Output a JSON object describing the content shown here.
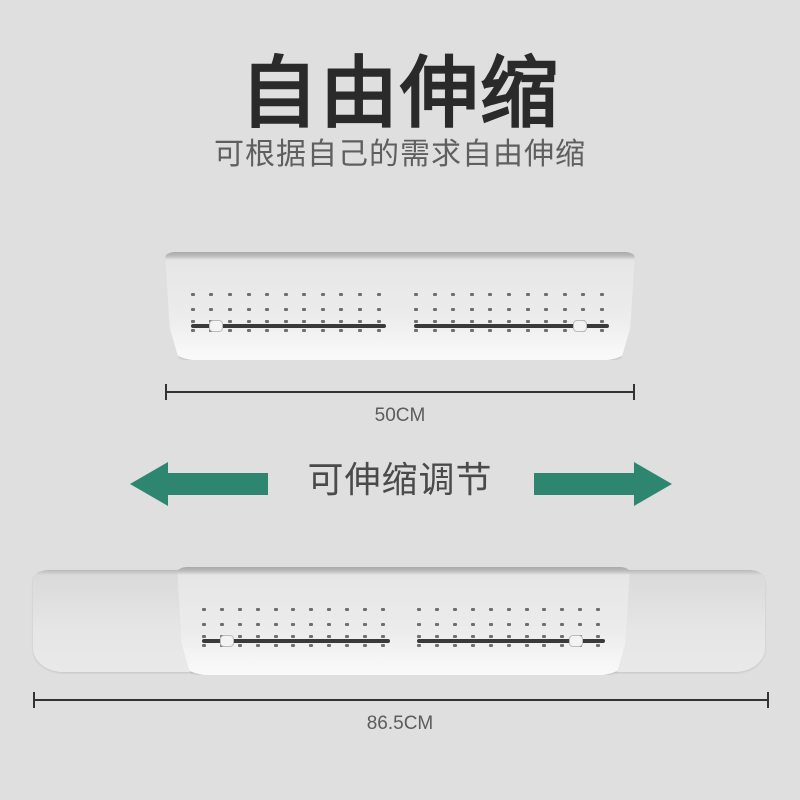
{
  "header": {
    "title": "自由伸缩",
    "subtitle": "可根据自己的需求自由伸缩"
  },
  "retracted": {
    "measure_label": "50CM"
  },
  "adjust": {
    "label": "可伸缩调节",
    "left_icon": "arrow-left-icon",
    "right_icon": "arrow-right-icon",
    "arrow_color": "#2e8570"
  },
  "extended": {
    "measure_label": "86.5CM"
  },
  "colors": {
    "background": "#dfdfdf",
    "title": "#2a2a2a",
    "subtitle": "#5f5f5f",
    "accent": "#2e8570"
  }
}
